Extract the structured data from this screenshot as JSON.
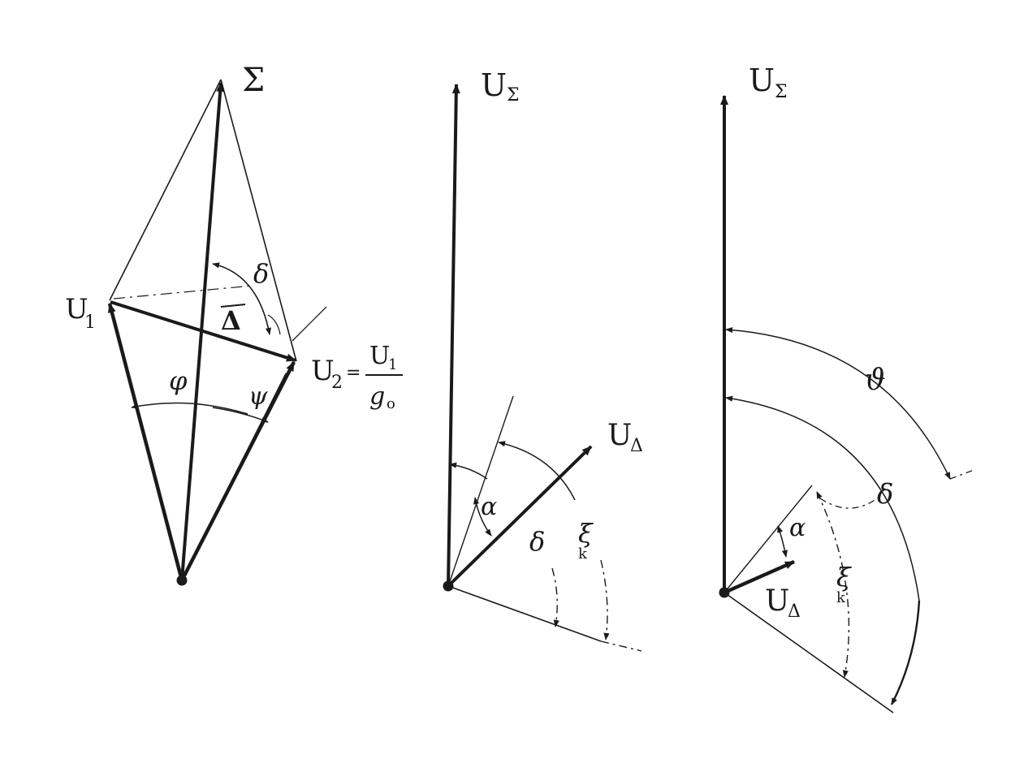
{
  "colors": {
    "ink": "#1a1a1a",
    "paper": "#ffffff"
  },
  "fig1": {
    "sigma": "Σ",
    "U1": "U",
    "U1_sub": "1",
    "U2": "U",
    "U2_sub": "2",
    "eq": "=",
    "frac_num": "U",
    "frac_num_sub": "1",
    "frac_den": "g",
    "frac_den_sub": "o",
    "delta_bar": "Δ",
    "phi": "φ",
    "psi": "ψ",
    "delta_angle": "δ"
  },
  "fig2": {
    "Usigma": "U",
    "Usigma_sub": "Σ",
    "Udelta": "U",
    "Udelta_sub": "Δ",
    "alpha": "α",
    "delta_angle": "δ",
    "xi": "ξ",
    "xi_sub": "k"
  },
  "fig3": {
    "Usigma": "U",
    "Usigma_sub": "Σ",
    "Udelta": "U",
    "Udelta_sub": "Δ",
    "theta": "ϑ",
    "delta_angle": "δ",
    "alpha": "α",
    "xi": "ξ",
    "xi_sub": "k"
  }
}
